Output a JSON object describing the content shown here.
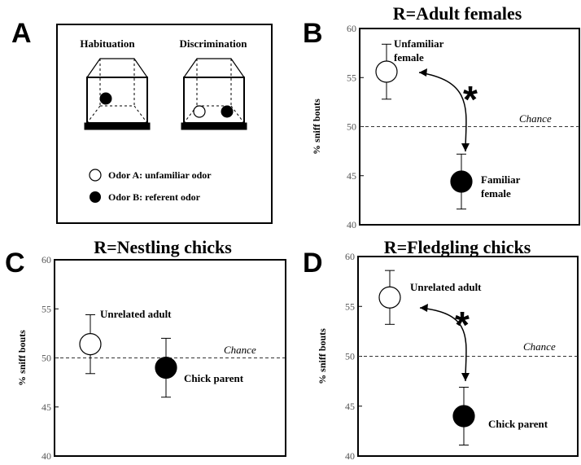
{
  "panel_a": {
    "letter": "A",
    "habituation": "Habituation",
    "discrimination": "Discrimination",
    "legend": [
      {
        "label": "Odor A: unfamiliar odor",
        "marker": "open"
      },
      {
        "label": "Odor B: referent odor",
        "marker": "filled"
      }
    ]
  },
  "chart_data": [
    {
      "panel": "B",
      "type": "scatter",
      "title": "R=Adult females",
      "ylabel": "% sniff bouts",
      "ylim": [
        40,
        60
      ],
      "yticks": [
        40,
        45,
        50,
        55,
        60
      ],
      "chance_level": 50,
      "chance_label": "Chance",
      "points": [
        {
          "label": "Unfamiliar female",
          "label_lines": [
            "Unfamiliar",
            "female"
          ],
          "x": 1,
          "y": 55.6,
          "err": 2.8,
          "marker": "open"
        },
        {
          "label": "Familiar female",
          "label_lines": [
            "Familiar",
            "female"
          ],
          "x": 2,
          "y": 44.4,
          "err": 2.8,
          "marker": "filled"
        }
      ],
      "significance": "*"
    },
    {
      "panel": "C",
      "type": "scatter",
      "title": "R=Nestling chicks",
      "ylabel": "% sniff bouts",
      "ylim": [
        40,
        60
      ],
      "yticks": [
        40,
        45,
        50,
        55,
        60
      ],
      "chance_level": 50,
      "chance_label": "Chance",
      "points": [
        {
          "label": "Unrelated adult",
          "label_lines": [
            "Unrelated adult"
          ],
          "x": 1,
          "y": 51.4,
          "err": 3.0,
          "marker": "open"
        },
        {
          "label": "Chick parent",
          "label_lines": [
            "Chick parent"
          ],
          "x": 2,
          "y": 49.0,
          "err": 3.0,
          "marker": "filled"
        }
      ],
      "significance": ""
    },
    {
      "panel": "D",
      "type": "scatter",
      "title": "R=Fledgling chicks",
      "ylabel": "% sniff bouts",
      "ylim": [
        40,
        60
      ],
      "yticks": [
        40,
        45,
        50,
        55,
        60
      ],
      "chance_level": 50,
      "chance_label": "Chance",
      "points": [
        {
          "label": "Unrelated adult",
          "label_lines": [
            "Unrelated adult"
          ],
          "x": 1,
          "y": 55.9,
          "err": 2.7,
          "marker": "open"
        },
        {
          "label": "Chick parent",
          "label_lines": [
            "Chick parent"
          ],
          "x": 2,
          "y": 44.0,
          "err": 2.9,
          "marker": "filled"
        }
      ],
      "significance": "*"
    }
  ]
}
